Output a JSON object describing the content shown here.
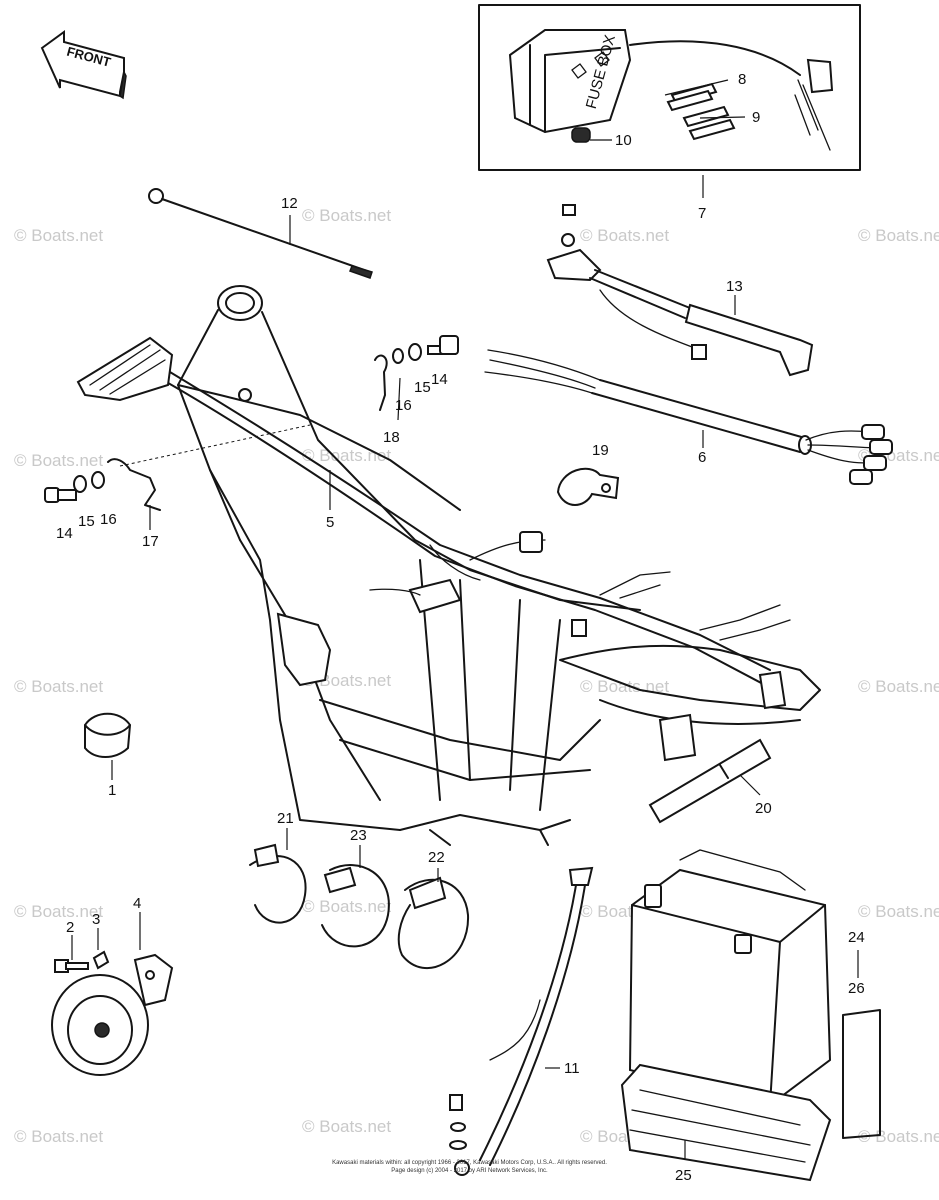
{
  "direction_label": "FRONT",
  "fuse_box_label": "FUSE BOX",
  "watermark": "© Boats.net",
  "callouts": [
    "1",
    "2",
    "3",
    "4",
    "5",
    "6",
    "7",
    "8",
    "9",
    "10",
    "11",
    "12",
    "13",
    "14",
    "15",
    "16",
    "17",
    "18",
    "19",
    "20",
    "21",
    "22",
    "23",
    "24",
    "25",
    "26"
  ],
  "footer": {
    "line1": "Kawasaki materials within: all copyright 1966 - 2017, Kawasaki Motors Corp, U.S.A.. All rights reserved.",
    "line2": "Page design (c) 2004 - 2017 by ARI Network Services, Inc."
  }
}
